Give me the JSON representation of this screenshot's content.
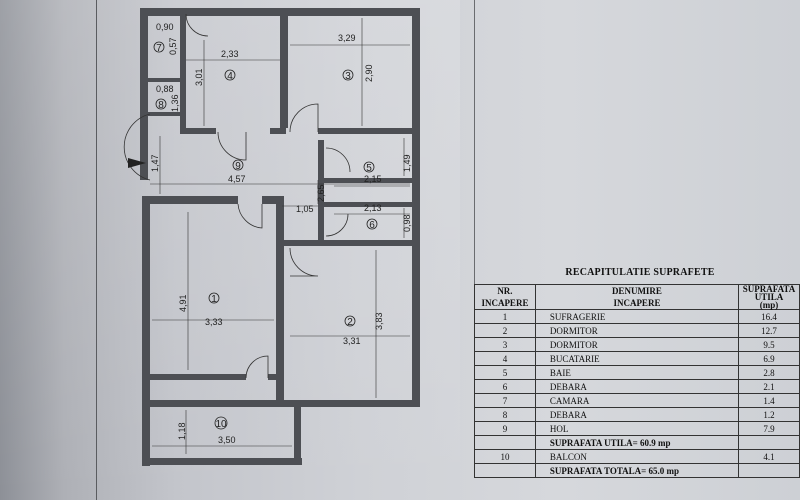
{
  "plan": {
    "dimensions": {
      "d090": "0,90",
      "d057": "0,57",
      "d233": "2,33",
      "d301": "3,01",
      "d329": "3,29",
      "d290": "2,90",
      "d088": "0,88",
      "d136": "1,36",
      "d147": "1,47",
      "d457": "4,57",
      "d149": "1,49",
      "d215": "2,15",
      "d265": "2,65",
      "d105": "1,05",
      "d213": "2,13",
      "d098": "0,98",
      "d491": "4,91",
      "d333": "3,33",
      "d383": "3,83",
      "d331": "3,31",
      "d118": "1,18",
      "d350": "3,50"
    },
    "rooms": {
      "r1": "1",
      "r2": "2",
      "r3": "3",
      "r4": "4",
      "r5": "5",
      "r6": "6",
      "r7": "7",
      "r8": "8",
      "r9": "9",
      "r10": "10"
    }
  },
  "table": {
    "title": "RECAPITULATIE SUPRAFETE",
    "headers": {
      "nr_line1": "NR.",
      "nr_line2": "INCAPERE",
      "den_line1": "DENUMIRE",
      "den_line2": "INCAPERE",
      "sup_line1": "SUPRAFATA",
      "sup_line2": "UTILA",
      "sup_line3": "(mp)"
    },
    "rows": [
      {
        "nr": "1",
        "name": "SUFRAGERIE",
        "area": "16.4"
      },
      {
        "nr": "2",
        "name": "DORMITOR",
        "area": "12.7"
      },
      {
        "nr": "3",
        "name": "DORMITOR",
        "area": "9.5"
      },
      {
        "nr": "4",
        "name": "BUCATARIE",
        "area": "6.9"
      },
      {
        "nr": "5",
        "name": "BAIE",
        "area": "2.8"
      },
      {
        "nr": "6",
        "name": "DEBARA",
        "area": "2.1"
      },
      {
        "nr": "7",
        "name": "CAMARA",
        "area": "1.4"
      },
      {
        "nr": "8",
        "name": "DEBARA",
        "area": "1.2"
      },
      {
        "nr": "9",
        "name": "HOL",
        "area": "7.9"
      }
    ],
    "utila_total": "SUPRAFATA UTILA= 60.9 mp",
    "balcon": {
      "nr": "10",
      "name": "BALCON",
      "area": "4.1"
    },
    "totala": "SUPRAFATA TOTALA= 65.0 mp"
  }
}
